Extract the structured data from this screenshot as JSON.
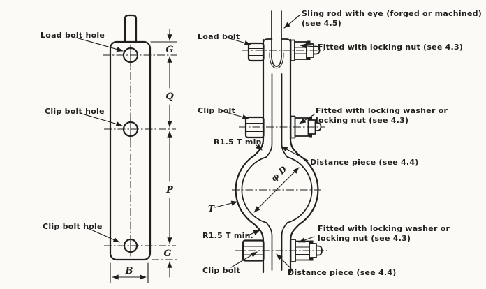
{
  "colors": {
    "ink": "#1f1f1e",
    "paper": "#fbfaf7"
  },
  "left_view": {
    "labels": {
      "load_bolt_hole": "Load bolt hole",
      "clip_bolt_hole_mid": "Clip bolt hole",
      "clip_bolt_hole_bottom": "Clip bolt hole"
    },
    "dims": {
      "g_top": "G",
      "q": "Q",
      "p": "P",
      "g_bottom": "G",
      "b": "B"
    }
  },
  "right_view": {
    "labels": {
      "sling_rod_line1": "Sling rod with eye (forged or machined)",
      "sling_rod_line2": "(see 4.5)",
      "load_bolt": "Load bolt",
      "locking_nut": "Fitted with locking nut (see 4.3)",
      "clip_bolt_top": "Clip bolt",
      "locking_washer_top_line1": "Fitted with locking washer or",
      "locking_washer_top_line2": "locking nut (see 4.3)",
      "radius_top": "R1.5 T min.",
      "distance_piece_top": "Distance piece (see 4.4)",
      "pipe_diameter": "φ D",
      "band_thickness": "T",
      "radius_bottom": "R1.5 T min.",
      "locking_washer_bottom_line1": "Fitted with locking washer or",
      "locking_washer_bottom_line2": "locking nut (see 4.3)",
      "clip_bolt_bottom": "Clip bolt",
      "distance_piece_bottom": "Distance piece (see 4.4)"
    }
  }
}
